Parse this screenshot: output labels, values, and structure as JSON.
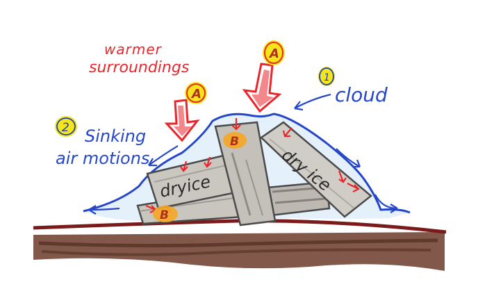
{
  "labels": {
    "warmer_line1": "warmer",
    "warmer_line2": "surroundings",
    "cloud": "cloud",
    "sinking_line1": "Sinking",
    "sinking_line2": "air motions",
    "dry_ice_left": "dryice",
    "dry_ice_right": "dry ice"
  },
  "markers": {
    "a": "A",
    "b": "B",
    "one": "1",
    "two": "2"
  },
  "colors": {
    "red": "#e8262b",
    "blue": "#2546c8",
    "yellow": "#f5e61c",
    "orange": "#f5a623",
    "ice_gray": "#c9c6c0",
    "ground_brown": "#6b3b2a",
    "ground_line": "#7a1a1a",
    "cloud_fill": "#cfe6f5"
  }
}
